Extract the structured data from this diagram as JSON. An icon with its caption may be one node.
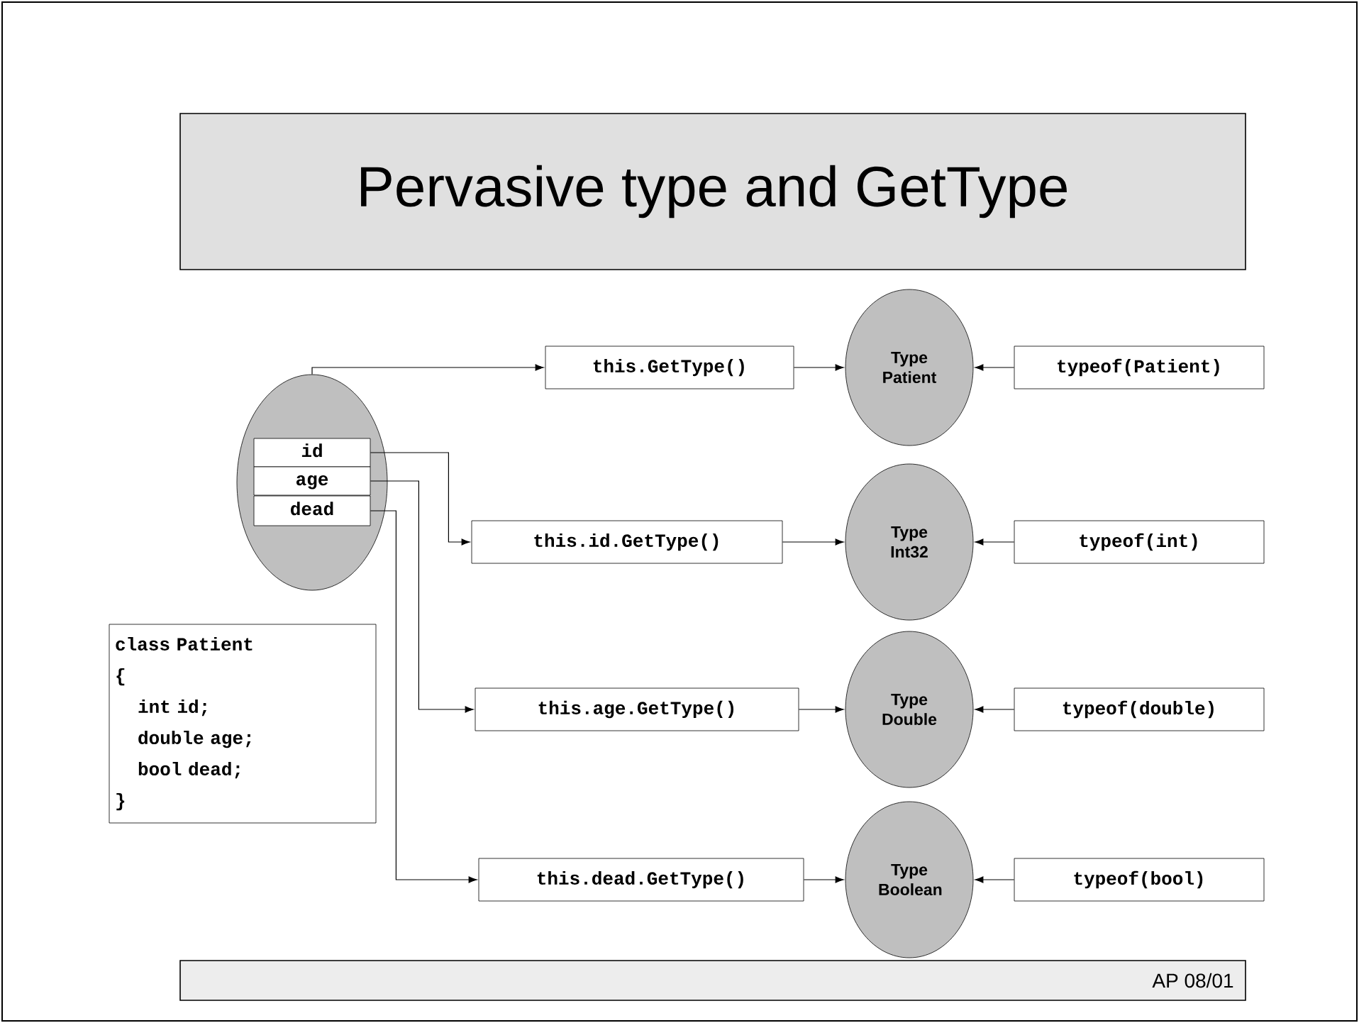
{
  "diagram": {
    "title": "Pervasive type and GetType",
    "nodes": [
      {
        "text": [],
        "shape": "ellipse"
      },
      {
        "text": [
          "id"
        ],
        "in": 0
      },
      {
        "text": [
          "age"
        ],
        "in": 0
      },
      {
        "text": [
          "dead"
        ],
        "in": 0
      },
      {
        "text": [
          "this.GetType()"
        ]
      },
      {
        "text": [
          "Type Patient"
        ]
      },
      {
        "text": [
          "typeof(Patient)"
        ]
      },
      {
        "text": [
          "this.id.GetType()"
        ]
      },
      {
        "text": [
          "Type Int32"
        ]
      },
      {
        "text": [
          "typeof(int)"
        ]
      },
      {
        "text": [
          "this.age.GetType()"
        ]
      },
      {
        "text": [
          "Type Double"
        ]
      },
      {
        "text": [
          "typeof(double)"
        ]
      },
      {
        "text": [
          "this.dead.GetType()"
        ]
      },
      {
        "text": [
          "Type Boolean"
        ]
      },
      {
        "text": [
          "typeof(bool)"
        ]
      },
      {
        "text": [
          "class Patient",
          "{",
          "int id;",
          "double age;",
          "bool dead;",
          "}"
        ]
      }
    ],
    "edges": [
      {
        "from": 0,
        "to": 4,
        "arrow": "to"
      },
      {
        "from": 1,
        "to": 7,
        "arrow": "to"
      },
      {
        "from": 2,
        "to": 10,
        "arrow": "to"
      },
      {
        "from": 3,
        "to": 13,
        "arrow": "to"
      },
      {
        "from": 4,
        "to": 5,
        "arrow": "to"
      },
      {
        "from": 6,
        "to": 5,
        "arrow": "to"
      },
      {
        "from": 7,
        "to": 8,
        "arrow": "to"
      },
      {
        "from": 9,
        "to": 8,
        "arrow": "to"
      },
      {
        "from": 10,
        "to": 11,
        "arrow": "to"
      },
      {
        "from": 12,
        "to": 11,
        "arrow": "to"
      },
      {
        "from": 13,
        "to": 14,
        "arrow": "to"
      },
      {
        "from": 15,
        "to": 14,
        "arrow": "to"
      }
    ],
    "labels": [
      "AP 08/01"
    ]
  }
}
